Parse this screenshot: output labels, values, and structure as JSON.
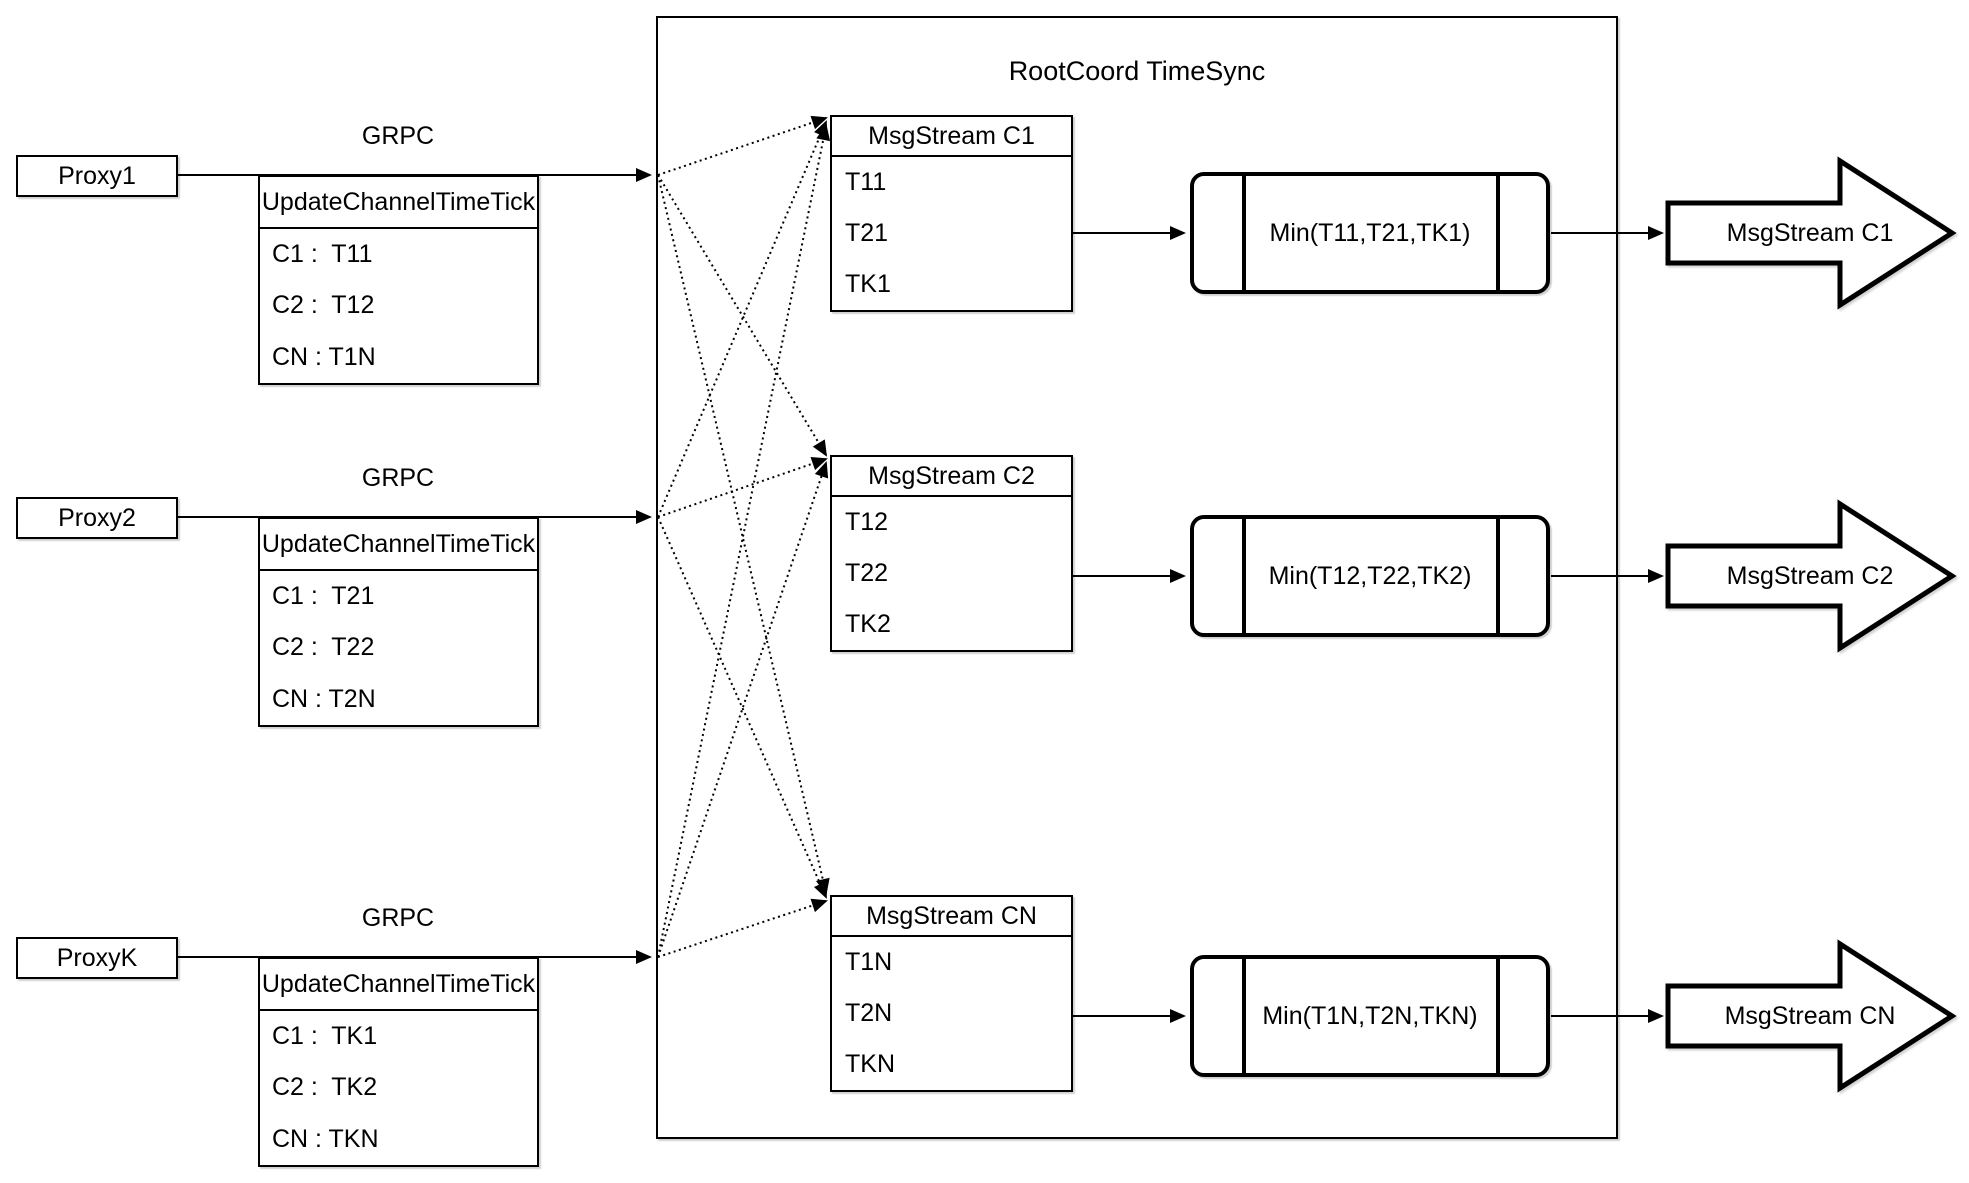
{
  "title": "RootCoord TimeSync",
  "colors": {
    "stroke": "#000000",
    "background": "#ffffff"
  },
  "rows": [
    {
      "proxy": "Proxy1",
      "grpc_label": "GRPC",
      "update_table": {
        "header": "UpdateChannelTimeTick",
        "cells": [
          "C1 :  T11",
          "C2 :  T12",
          "CN : T1N"
        ]
      },
      "msgstream_table": {
        "header": "MsgStream C1",
        "cells": [
          "T11",
          "T21",
          "TK1"
        ]
      },
      "min_label": "Min(T11,T21,TK1)",
      "output_arrow": "MsgStream C1"
    },
    {
      "proxy": "Proxy2",
      "grpc_label": "GRPC",
      "update_table": {
        "header": "UpdateChannelTimeTick",
        "cells": [
          "C1 :  T21",
          "C2 :  T22",
          "CN : T2N"
        ]
      },
      "msgstream_table": {
        "header": "MsgStream C2",
        "cells": [
          "T12",
          "T22",
          "TK2"
        ]
      },
      "min_label": "Min(T12,T22,TK2)",
      "output_arrow": "MsgStream C2"
    },
    {
      "proxy": "ProxyK",
      "grpc_label": "GRPC",
      "update_table": {
        "header": "UpdateChannelTimeTick",
        "cells": [
          "C1 :  TK1",
          "C2 :  TK2",
          "CN : TKN"
        ]
      },
      "msgstream_table": {
        "header": "MsgStream CN",
        "cells": [
          "T1N",
          "T2N",
          "TKN"
        ]
      },
      "min_label": "Min(T1N,T2N,TKN)",
      "output_arrow": "MsgStream CN"
    }
  ]
}
